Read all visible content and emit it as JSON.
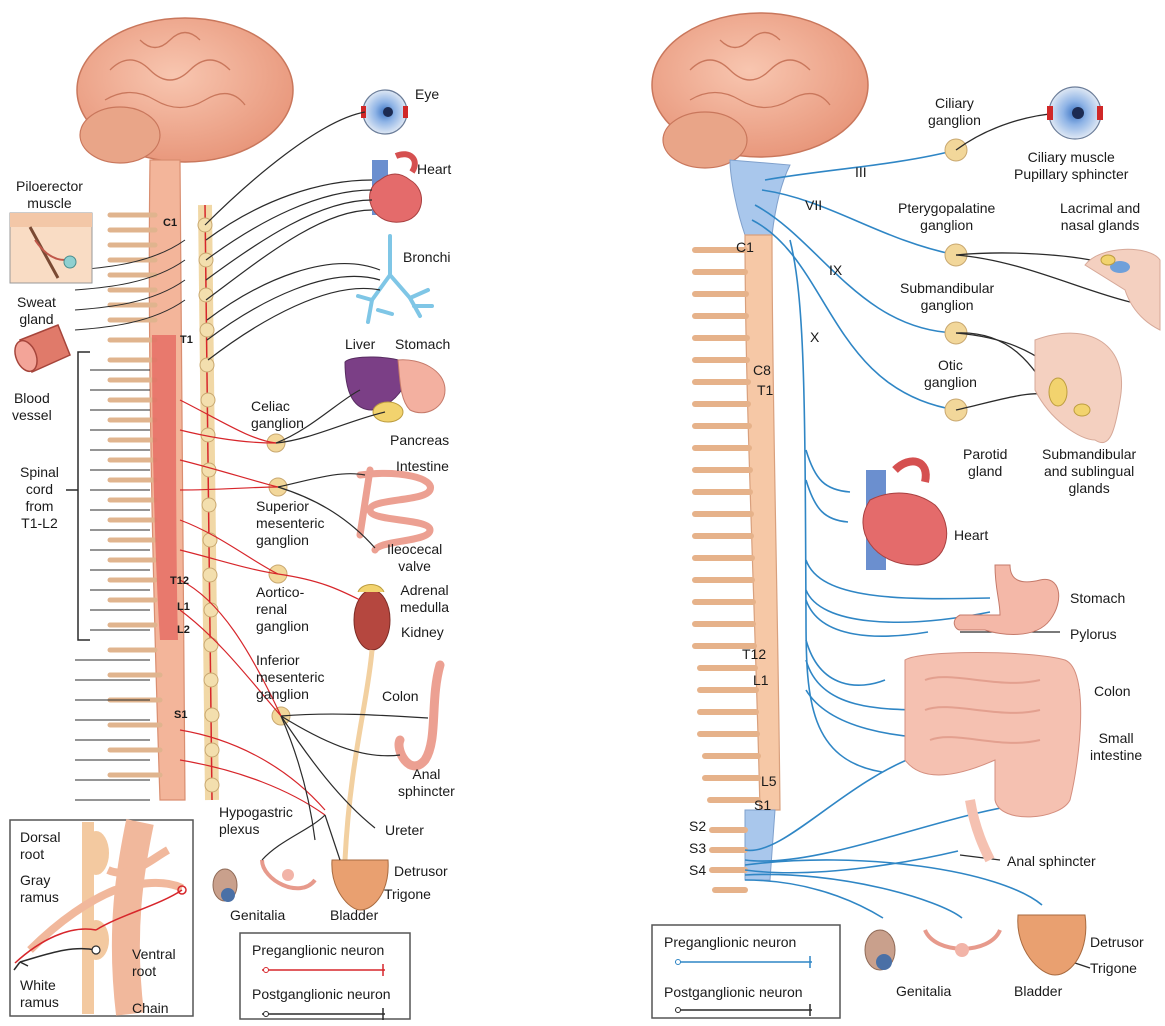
{
  "left": {
    "targets": {
      "eye": "Eye",
      "heart": "Heart",
      "bronchi": "Bronchi",
      "liver": "Liver",
      "stomach": "Stomach",
      "pancreas": "Pancreas",
      "intestine": "Intestine",
      "ileocecal": "Ileocecal\nvalve",
      "adrenal": "Adrenal\nmedulla",
      "kidney": "Kidney",
      "colon": "Colon",
      "anal": "Anal\nsphincter",
      "ureter": "Ureter",
      "detrusor": "Detrusor",
      "trigone": "Trigone",
      "genitalia": "Genitalia",
      "bladder": "Bladder"
    },
    "ganglia": {
      "celiac": "Celiac\nganglion",
      "superior": "Superior\nmesenteric\nganglion",
      "aortico": "Aortico-\nrenal\nganglion",
      "inferior": "Inferior\nmesenteric\nganglion",
      "hypogastric": "Hypogastric\nplexus"
    },
    "side_labels": {
      "piloerector": "Piloerector\nmuscle",
      "sweat": "Sweat\ngland",
      "blood_vessel": "Blood\nvessel",
      "spinal_cord": "Spinal\ncord\nfrom\nT1-L2"
    },
    "levels": {
      "c1": "C1",
      "t1": "T1",
      "t12": "T12",
      "l1": "L1",
      "l2": "L2",
      "s1": "S1"
    },
    "inset": {
      "dorsal_root": "Dorsal\nroot",
      "gray_ramus": "Gray\nramus",
      "white_ramus": "White\nramus",
      "ventral_root": "Ventral\nroot",
      "chain": "Chain"
    },
    "legend": {
      "pre": "Preganglionic neuron",
      "post": "Postganglionic neuron"
    }
  },
  "right": {
    "ganglia": {
      "ciliary": "Ciliary\nganglion",
      "pterygo": "Pterygopalatine\nganglion",
      "submandibular": "Submandibular\nganglion",
      "otic": "Otic\nganglion"
    },
    "nerves": {
      "iii": "III",
      "vii": "VII",
      "ix": "IX",
      "x": "X"
    },
    "targets": {
      "ciliary_muscle": "Ciliary muscle\nPupillary sphincter",
      "lacrimal": "Lacrimal and\nnasal glands",
      "parotid": "Parotid\ngland",
      "submand_glands": "Submandibular\nand sublingual\nglands",
      "heart": "Heart",
      "stomach": "Stomach",
      "pylorus": "Pylorus",
      "colon": "Colon",
      "small_intestine": "Small\nintestine",
      "anal": "Anal sphincter",
      "detrusor": "Detrusor",
      "trigone": "Trigone",
      "genitalia": "Genitalia",
      "bladder": "Bladder"
    },
    "levels": {
      "c1": "C1",
      "c8": "C8",
      "t1": "T1",
      "t12": "T12",
      "l1": "L1",
      "l5": "L5",
      "s1": "S1",
      "s2": "S2",
      "s3": "S3",
      "s4": "S4"
    },
    "legend": {
      "pre": "Preganglionic neuron",
      "post": "Postganglionic neuron"
    }
  },
  "colors": {
    "sympathetic_pre": "#d7262b",
    "parasympathetic_pre": "#2f86c5",
    "postganglionic": "#2b2b2b",
    "brain": "#eea98f",
    "spine": "#f6c8a6",
    "ganglion": "#f2d79a"
  }
}
